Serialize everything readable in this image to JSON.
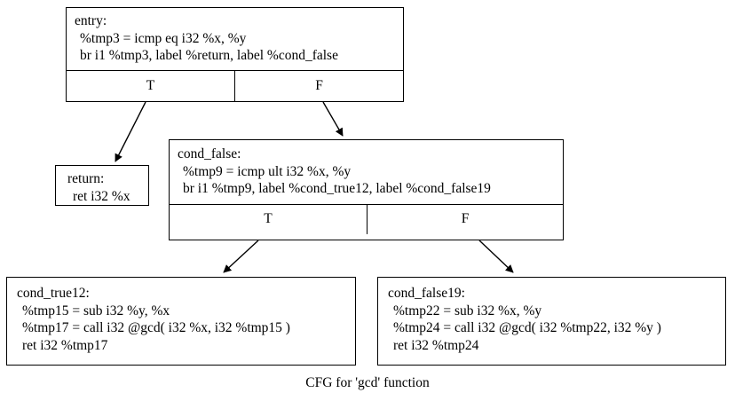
{
  "graph": {
    "caption": "CFG for 'gcd' function",
    "background": "#ffffff",
    "edge_color": "#000000",
    "border_color": "#000000"
  },
  "nodes": {
    "entry": {
      "label": "entry:",
      "lines": [
        "%tmp3 = icmp eq i32 %x, %y",
        "br i1 %tmp3, label %return, label %cond_false"
      ],
      "ports": {
        "true": "T",
        "false": "F"
      }
    },
    "return": {
      "label": "return:",
      "lines": [
        "ret i32 %x"
      ]
    },
    "cond_false": {
      "label": "cond_false:",
      "lines": [
        "%tmp9 = icmp ult i32 %x, %y",
        "br i1 %tmp9, label %cond_true12, label %cond_false19"
      ],
      "ports": {
        "true": "T",
        "false": "F"
      }
    },
    "cond_true12": {
      "label": "cond_true12:",
      "lines": [
        "%tmp15 = sub i32 %y, %x",
        "%tmp17 = call i32 @gcd( i32 %x, i32 %tmp15 )",
        "ret i32 %tmp17"
      ]
    },
    "cond_false19": {
      "label": "cond_false19:",
      "lines": [
        "%tmp22 = sub i32 %x, %y",
        "%tmp24 = call i32 @gcd( i32 %tmp22, i32 %y )",
        "ret i32 %tmp24"
      ]
    }
  },
  "edges": [
    {
      "from": "entry",
      "port": "T",
      "to": "return"
    },
    {
      "from": "entry",
      "port": "F",
      "to": "cond_false"
    },
    {
      "from": "cond_false",
      "port": "T",
      "to": "cond_true12"
    },
    {
      "from": "cond_false",
      "port": "F",
      "to": "cond_false19"
    }
  ]
}
